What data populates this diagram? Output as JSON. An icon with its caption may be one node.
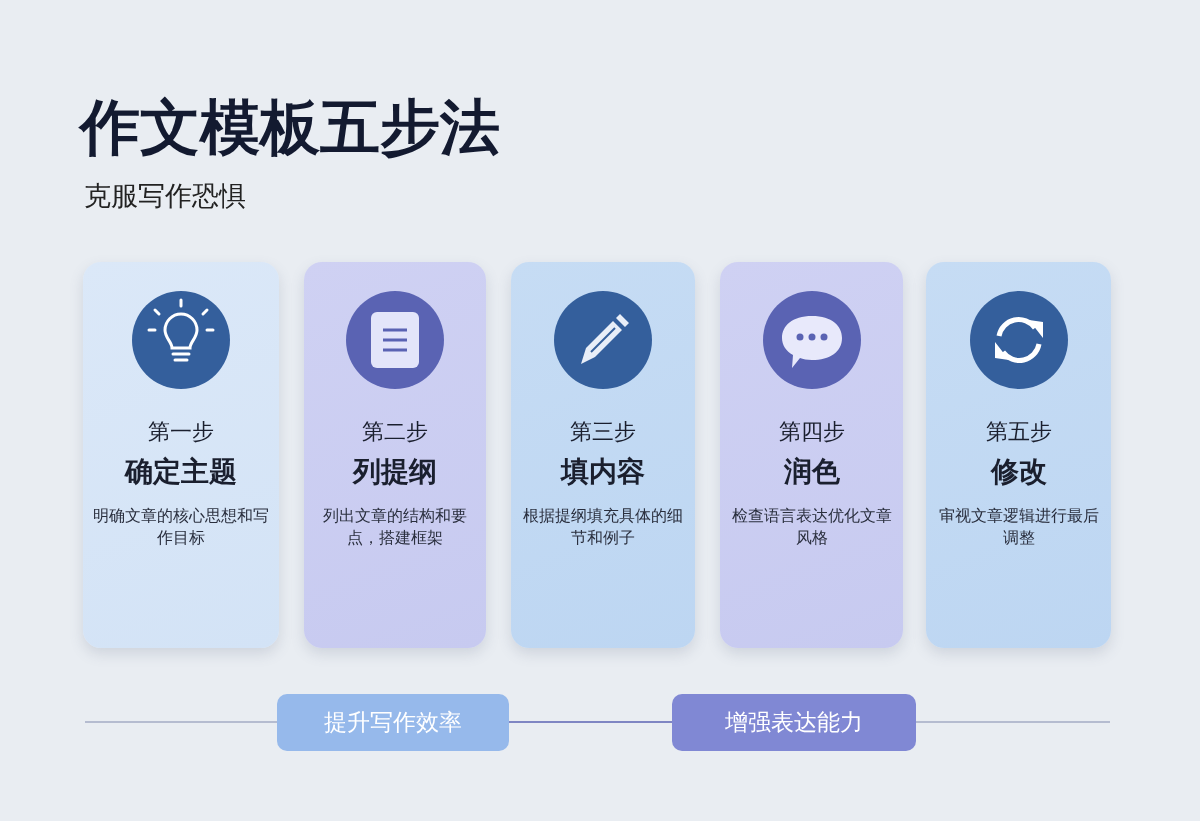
{
  "diagram": {
    "title": "作文模板五步法",
    "caption": "克服写作恐惧",
    "nodes": [
      {
        "text": [
          "第一步",
          "确定主题",
          "明确文章的核心思想和写作目标"
        ]
      },
      {
        "text": [
          "第二步",
          "列提纲",
          "列出文章的结构和要点，搭建框架"
        ]
      },
      {
        "text": [
          "第三步",
          "填内容",
          "根据提纲填充具体的细节和例子"
        ]
      },
      {
        "text": [
          "第四步",
          "润色",
          "检查语言表达优化文章风格"
        ]
      },
      {
        "text": [
          "第五步",
          "修改",
          "审视文章逻辑进行最后调整"
        ]
      },
      {
        "text": [
          "提升写作效率"
        ]
      },
      {
        "text": [
          "增强表达能力"
        ]
      }
    ],
    "edges": [
      {
        "from": null,
        "to": 5,
        "arrow": "none"
      },
      {
        "from": 5,
        "to": 6,
        "arrow": "none",
        "color": "#5b63b3"
      },
      {
        "from": 6,
        "to": null,
        "arrow": "none"
      }
    ]
  }
}
